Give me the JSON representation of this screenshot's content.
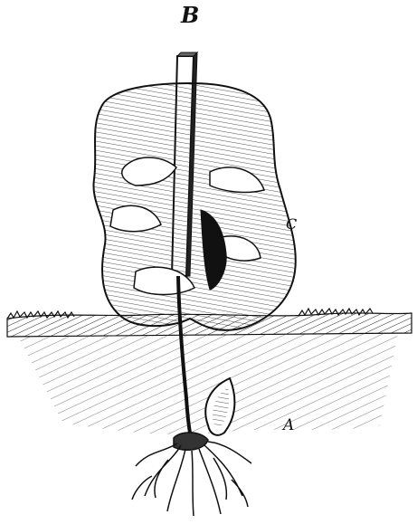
{
  "labels": {
    "b": "B",
    "c": "C",
    "a": "A"
  },
  "colors": {
    "ink": "#111111",
    "paper": "#ffffff"
  }
}
